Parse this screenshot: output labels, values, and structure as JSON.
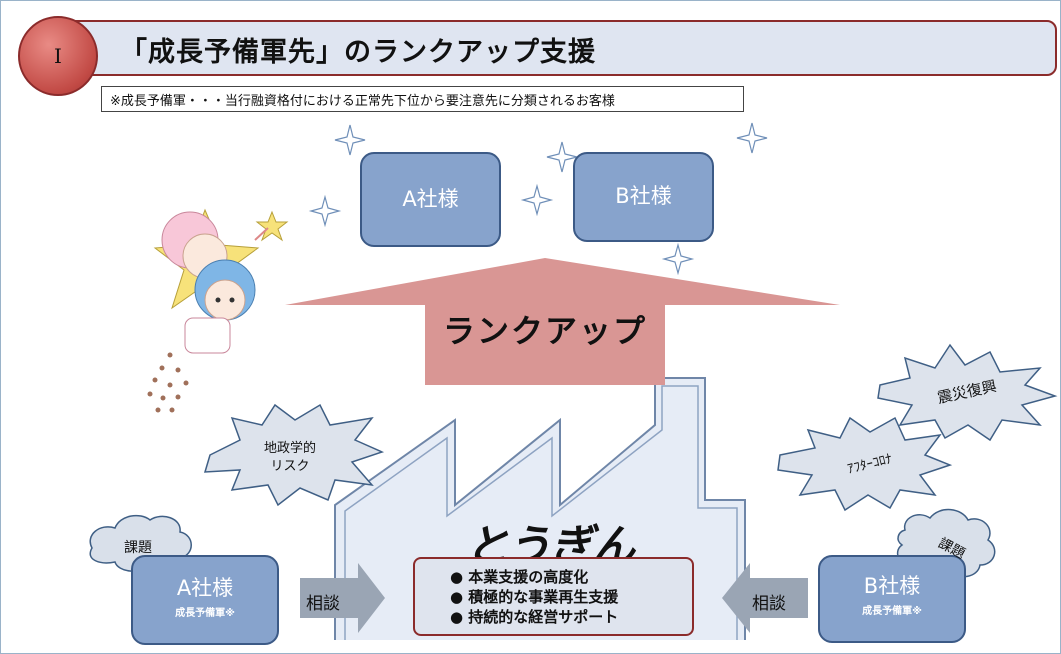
{
  "header": {
    "section_number": "I",
    "title": "「成長予備軍先」のランクアップ支援",
    "note": "※成長予備軍・・・当行融資格付における正常先下位から要注意先に分類されるお客様"
  },
  "top_companies": {
    "a_label": "A社様",
    "b_label": "B社様"
  },
  "rankup_label": "ランクアップ",
  "bank": {
    "logo_text": "とうぎん",
    "measures": [
      "●  本業支援の高度化",
      "●  積極的な事業再生支援",
      "●  持続的な経営サポート"
    ]
  },
  "bottom_left": {
    "company": "A社様",
    "sub": "成長予備軍※",
    "issue_label": "課題",
    "consult_label": "相談"
  },
  "bottom_right": {
    "company": "B社様",
    "sub": "成長予備軍※",
    "issue_label": "課題",
    "consult_label": "相談"
  },
  "risks": {
    "geopolitical_line1": "地政学的",
    "geopolitical_line2": "リスク",
    "after_corona": "ｱﾌﾀｰｺﾛﾅ",
    "disaster_recovery": "震災復興"
  },
  "colors": {
    "title_bg": "#dfe5f1",
    "border_red": "#8b2b2b",
    "company_blue": "#87a3cc",
    "arrow_pink": "#d99694",
    "factory_bg": "#e6ecf6",
    "consult_arrow": "#9aa5b4"
  }
}
